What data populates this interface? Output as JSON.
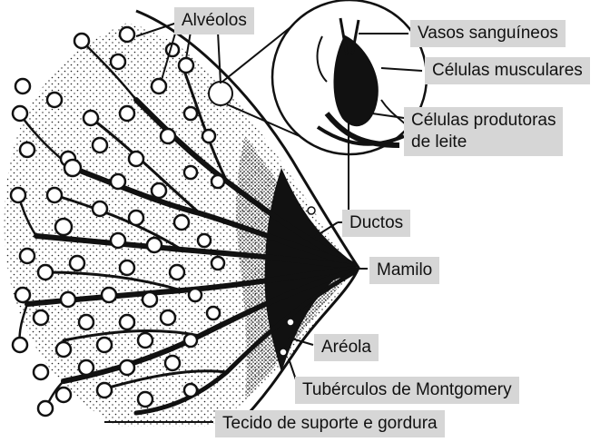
{
  "labels": {
    "alveolos": "Alvéolos",
    "vasos": "Vasos sanguíneos",
    "musculares": "Células musculares",
    "produtoras_line1": "Células produtoras",
    "produtoras_line2": "de leite",
    "ductos": "Ductos",
    "mamilo": "Mamilo",
    "areola": "Aréola",
    "montgomery": "Tubérculos de Montgomery",
    "tecido": "Tecido de suporte e gordura"
  },
  "colors": {
    "label_bg": "#d6d6d6",
    "ink": "#111111"
  }
}
